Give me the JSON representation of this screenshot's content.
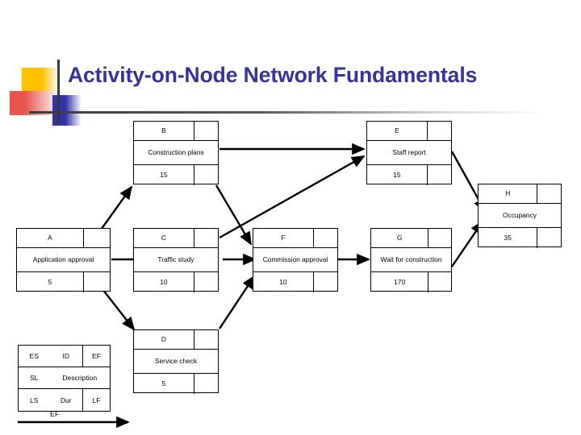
{
  "slide": {
    "title": "Activity-on-Node Network Fundamentals",
    "title_color": "#333399",
    "background": "#ffffff",
    "decoration": {
      "yellow": "#FFC000",
      "red": "#E8544C",
      "blue": "#3333A8",
      "rule": "#3A3A3A"
    }
  },
  "diagram": {
    "type": "activity-on-node-network",
    "line_color": "#000000",
    "nodes": [
      {
        "id": "A",
        "code": "A",
        "description": "Application approval",
        "duration": "5"
      },
      {
        "id": "B",
        "code": "B",
        "description": "Construction plans",
        "duration": "15"
      },
      {
        "id": "C",
        "code": "C",
        "description": "Traffic study",
        "duration": "10"
      },
      {
        "id": "D",
        "code": "D",
        "description": "Service check",
        "duration": "5"
      },
      {
        "id": "E",
        "code": "E",
        "description": "Staff report",
        "duration": "15"
      },
      {
        "id": "F",
        "code": "F",
        "description": "Commission approval",
        "duration": "10"
      },
      {
        "id": "G",
        "code": "G",
        "description": "Wait for construction",
        "duration": "170"
      },
      {
        "id": "H",
        "code": "H",
        "description": "Occupancy",
        "duration": "35"
      }
    ],
    "edges": [
      {
        "from": "A",
        "to": "B"
      },
      {
        "from": "A",
        "to": "C"
      },
      {
        "from": "A",
        "to": "D"
      },
      {
        "from": "B",
        "to": "E"
      },
      {
        "from": "B",
        "to": "F"
      },
      {
        "from": "C",
        "to": "E"
      },
      {
        "from": "C",
        "to": "F"
      },
      {
        "from": "D",
        "to": "F"
      },
      {
        "from": "F",
        "to": "G"
      },
      {
        "from": "E",
        "to": "H"
      },
      {
        "from": "G",
        "to": "H"
      }
    ],
    "legend": {
      "name": "node-key",
      "top": {
        "es": "ES",
        "id": "ID",
        "ef": "EF"
      },
      "middle": {
        "sl": "SL",
        "description": "Description"
      },
      "bottom": {
        "ls": "LS",
        "dur": "Dur",
        "lf": "LF"
      },
      "axis_label": "EF"
    }
  }
}
